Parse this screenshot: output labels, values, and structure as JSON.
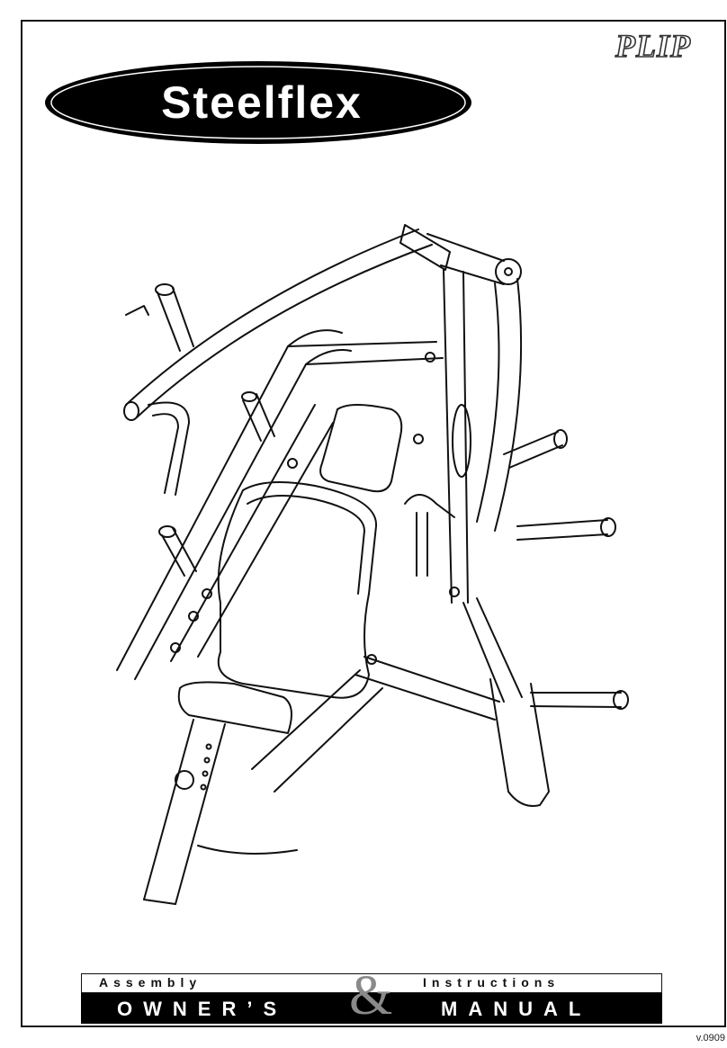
{
  "header": {
    "brand": "Steelflex",
    "model_code": "PLIP"
  },
  "illustration": {
    "icon": "incline-press-machine-illustration"
  },
  "footer": {
    "assembly": "Assembly",
    "ampersand": "&",
    "instructions": "Instructions",
    "owners": "OWNER’S",
    "manual": "MANUAL",
    "version": "v.0909"
  },
  "colors": {
    "border": "#111111",
    "banner": "#000000",
    "ampersand": "#8a8a8a"
  }
}
